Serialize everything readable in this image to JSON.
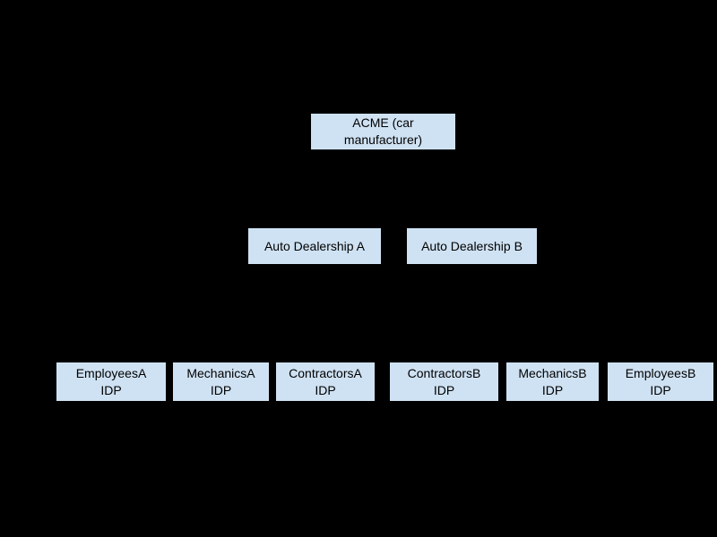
{
  "diagram": {
    "colors": {
      "background": "#000000",
      "node_fill": "#cfe2f3",
      "node_text": "#000000"
    },
    "nodes": {
      "acme": {
        "lines": [
          "ACME (car",
          "manufacturer)"
        ]
      },
      "dealership_a": {
        "lines": [
          "Auto Dealership A"
        ]
      },
      "dealership_b": {
        "lines": [
          "Auto Dealership B"
        ]
      },
      "employees_a": {
        "lines": [
          "EmployeesA",
          "IDP"
        ]
      },
      "mechanics_a": {
        "lines": [
          "MechanicsA",
          "IDP"
        ]
      },
      "contractors_a": {
        "lines": [
          "ContractorsA",
          "IDP"
        ]
      },
      "contractors_b": {
        "lines": [
          "ContractorsB",
          "IDP"
        ]
      },
      "mechanics_b": {
        "lines": [
          "MechanicsB",
          "IDP"
        ]
      },
      "employees_b": {
        "lines": [
          "EmployeesB",
          "IDP"
        ]
      }
    }
  }
}
